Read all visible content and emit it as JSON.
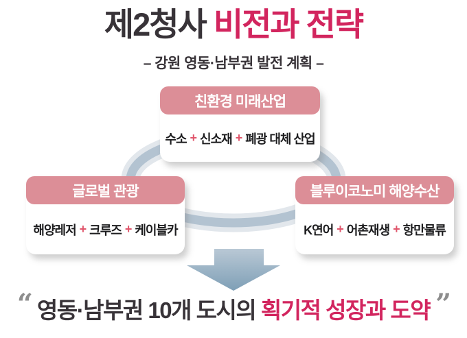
{
  "title": {
    "prefix": "제2청사 ",
    "highlight": "비전과 전략"
  },
  "subtitle": "– 강원 영동·남부권 발전 계획 –",
  "plus_sign": "+",
  "cards": [
    {
      "header": "친환경 미래산업",
      "items": [
        "수소",
        "신소재",
        "폐광 대체 산업"
      ]
    },
    {
      "header": "글로벌 관광",
      "items": [
        "해양레저",
        "크루즈",
        "케이블카"
      ]
    },
    {
      "header": "블루이코노미 해양수산",
      "items": [
        "K연어",
        "어촌재생",
        "항만물류"
      ]
    }
  ],
  "quote": {
    "open_mark": "“",
    "dark_text": "영동·남부권 10개 도시의 ",
    "highlight_text": "획기적 성장과 도약",
    "close_mark": "”"
  },
  "colors": {
    "title_dark": "#383338",
    "accent_red": "#d2255e",
    "header_pink": "#dc8e97",
    "plus_pink": "#e0556b",
    "ring_light": "#e2e7ec",
    "ring_blue": "#b3c3d1",
    "arrow_top": "#b9c8d5",
    "arrow_bottom": "#7e9fb6",
    "quote_gray": "#8d8d8d"
  }
}
